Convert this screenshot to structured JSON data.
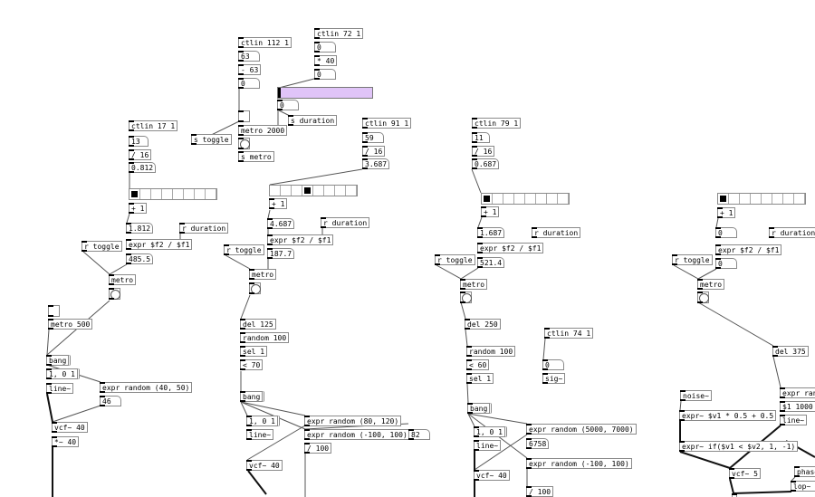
{
  "colors": {
    "slider_fill": "#e0c4f8",
    "wire": "#555555"
  },
  "sliders": [
    {
      "value": 0
    }
  ],
  "radios": [
    {
      "cells": 8,
      "active": 3
    },
    {
      "cells": 8,
      "active": 0
    },
    {
      "cells": 8,
      "active": 0
    },
    {
      "cells": 8,
      "active": 0
    }
  ],
  "objects": [
    "ctlin 112 1",
    "63",
    "- 63",
    "0",
    "",
    "s toggle",
    "metro 2000",
    "",
    "s metro",
    "ctlin 72 1",
    "0",
    "* 40",
    "0",
    "0",
    "s duration",
    "ctlin 91 1",
    "59",
    "/ 16",
    "3.687",
    "+ 1",
    "4.687",
    "r duration",
    "expr $f2 / $f1",
    "187.7",
    "r toggle",
    "metro",
    "",
    "del 125",
    "random 100",
    "sel 1",
    "< 70",
    "bang",
    "1, 0 1",
    "line~",
    "expr random (80, 120)",
    "expr random (-100, 100)",
    "82",
    "/ 100",
    "vcf~ 40",
    "ctlin 17 1",
    "13",
    "/ 16",
    "0.812",
    "+ 1",
    "1.812",
    "r duration",
    "expr $f2 / $f1",
    "485.5",
    "r toggle",
    "metro",
    "",
    "",
    "metro 500",
    "bang",
    "1, 0 1",
    "line~",
    "expr random (40, 50)",
    "46",
    "vcf~ 40",
    "*~ 40",
    "ctlin 79 1",
    "11",
    "/ 16",
    "0.687",
    "+ 1",
    "1.687",
    "r duration",
    "expr $f2 / $f1",
    "521.4",
    "r toggle",
    "metro",
    "",
    "del 250",
    "random 100",
    "< 60",
    "sel 1",
    "ctlin 74 1",
    "0",
    "sig~",
    "bang",
    "1, 0 1",
    "line~",
    "expr random (5000, 7000)",
    "6758",
    "expr random (-100, 100)",
    "vcf~ 40",
    "/ 100",
    "+ 1",
    "0",
    "r duration",
    "expr $f2 / $f1",
    "0",
    "r toggle",
    "metro",
    "",
    "del 375",
    "noise~",
    "expr~ $v1 * 0.5 + 0.5",
    "expr~ if($v1 < $v2, 1, -1)",
    "vcf~ 5",
    "expr random",
    "$1 1000",
    "line~",
    "phasor~",
    "lop~ 1",
    ""
  ]
}
